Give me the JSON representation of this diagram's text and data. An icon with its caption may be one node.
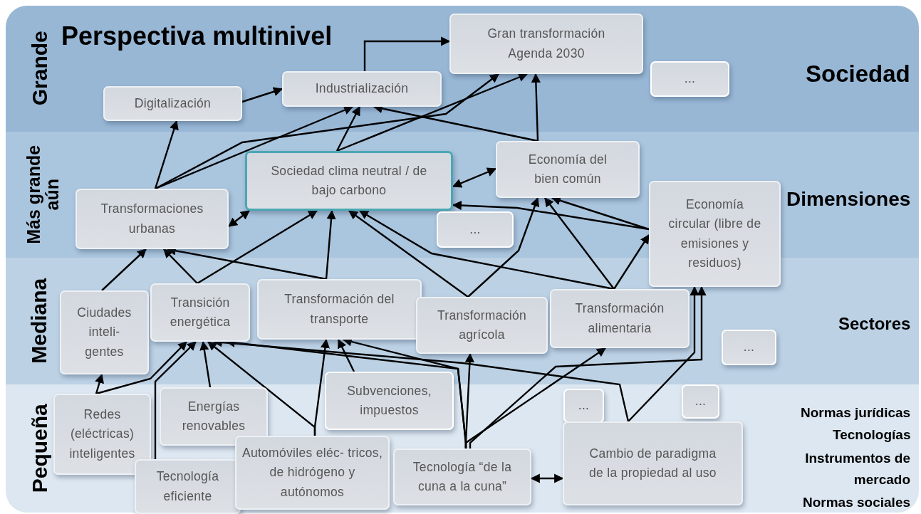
{
  "diagram": {
    "title": "Perspectiva multinivel",
    "nodes": [
      {
        "text": [
          "Gran transformación Agenda 2030"
        ]
      },
      {
        "text": [
          "..."
        ]
      },
      {
        "text": [
          "Digitalización"
        ]
      },
      {
        "text": [
          "Industrialización"
        ]
      },
      {
        "text": [
          "Sociedad clima neutral / de bajo carbono"
        ]
      },
      {
        "text": [
          "Economía del bien común"
        ]
      },
      {
        "text": [
          "Transformaciones urbanas"
        ]
      },
      {
        "text": [
          "..."
        ]
      },
      {
        "text": [
          "Economía circular (libre de emisiones y residuos)"
        ]
      },
      {
        "text": [
          "Ciudades inteli- gentes"
        ]
      },
      {
        "text": [
          "Transición energética"
        ]
      },
      {
        "text": [
          "Transformación del transporte"
        ]
      },
      {
        "text": [
          "Transformación agrícola"
        ]
      },
      {
        "text": [
          "Transformación alimentaria"
        ]
      },
      {
        "text": [
          "..."
        ]
      },
      {
        "text": [
          "Redes (eléctricas) inteligentes"
        ]
      },
      {
        "text": [
          "Energías renovables"
        ]
      },
      {
        "text": [
          "Subvenciones, impuestos"
        ]
      },
      {
        "text": [
          "..."
        ]
      },
      {
        "text": [
          "..."
        ]
      },
      {
        "text": [
          "Tecnología eficiente"
        ]
      },
      {
        "text": [
          "Automóviles eléc- tricos, de hidrógeno y autónomos"
        ]
      },
      {
        "text": [
          "Tecnología “de la cuna a la cuna”"
        ]
      },
      {
        "text": [
          "Cambio de paradigma de la propiedad al uso"
        ]
      }
    ],
    "edges": [
      {
        "from": 2,
        "to": 3,
        "arrow": "to"
      },
      {
        "from": 3,
        "to": 0,
        "arrow": "to"
      },
      {
        "from": 6,
        "to": 2,
        "arrow": "to"
      },
      {
        "from": 6,
        "to": 3,
        "arrow": "to"
      },
      {
        "from": 6,
        "to": 0,
        "arrow": "to"
      },
      {
        "from": 4,
        "to": 3,
        "arrow": "to"
      },
      {
        "from": 4,
        "to": 0,
        "arrow": "to"
      },
      {
        "from": 5,
        "to": 0,
        "arrow": "to"
      },
      {
        "from": 5,
        "to": 3,
        "arrow": "to"
      },
      {
        "from": 6,
        "to": 4,
        "arrow": "both"
      },
      {
        "from": 4,
        "to": 5,
        "arrow": "both"
      },
      {
        "from": 9,
        "to": 6,
        "arrow": "to"
      },
      {
        "from": 10,
        "to": 6,
        "arrow": "to"
      },
      {
        "from": 10,
        "to": 4,
        "arrow": "to"
      },
      {
        "from": 11,
        "to": 6,
        "arrow": "to"
      },
      {
        "from": 11,
        "to": 4,
        "arrow": "to"
      },
      {
        "from": 12,
        "to": 4,
        "arrow": "to"
      },
      {
        "from": 12,
        "to": 5,
        "arrow": "to"
      },
      {
        "from": 13,
        "to": 4,
        "arrow": "to"
      },
      {
        "from": 13,
        "to": 5,
        "arrow": "to"
      },
      {
        "from": 13,
        "to": 8,
        "arrow": "to"
      },
      {
        "from": 8,
        "to": 5,
        "arrow": "to"
      },
      {
        "from": 8,
        "to": 4,
        "arrow": "to"
      },
      {
        "from": 15,
        "to": 9,
        "arrow": "to"
      },
      {
        "from": 15,
        "to": 10,
        "arrow": "to"
      },
      {
        "from": 16,
        "to": 10,
        "arrow": "to"
      },
      {
        "from": 20,
        "to": 10,
        "arrow": "to"
      },
      {
        "from": 21,
        "to": 10,
        "arrow": "to"
      },
      {
        "from": 21,
        "to": 11,
        "arrow": "to"
      },
      {
        "from": 17,
        "to": 11,
        "arrow": "to"
      },
      {
        "from": 22,
        "to": 10,
        "arrow": "to"
      },
      {
        "from": 22,
        "to": 11,
        "arrow": "to"
      },
      {
        "from": 22,
        "to": 12,
        "arrow": "to"
      },
      {
        "from": 22,
        "to": 13,
        "arrow": "to"
      },
      {
        "from": 22,
        "to": 8,
        "arrow": "to"
      },
      {
        "from": 23,
        "to": 10,
        "arrow": "to"
      },
      {
        "from": 23,
        "to": 8,
        "arrow": "to"
      },
      {
        "from": 22,
        "to": 23,
        "arrow": "both"
      }
    ],
    "labels": [
      "Grande",
      "Más grande aún",
      "Mediana",
      "Pequeña",
      "Sociedad",
      "Dimensiones",
      "Sectores",
      "Normas jurídicas",
      "Tecnologías",
      "Instrumentos de mercado",
      "Normas sociales"
    ]
  }
}
